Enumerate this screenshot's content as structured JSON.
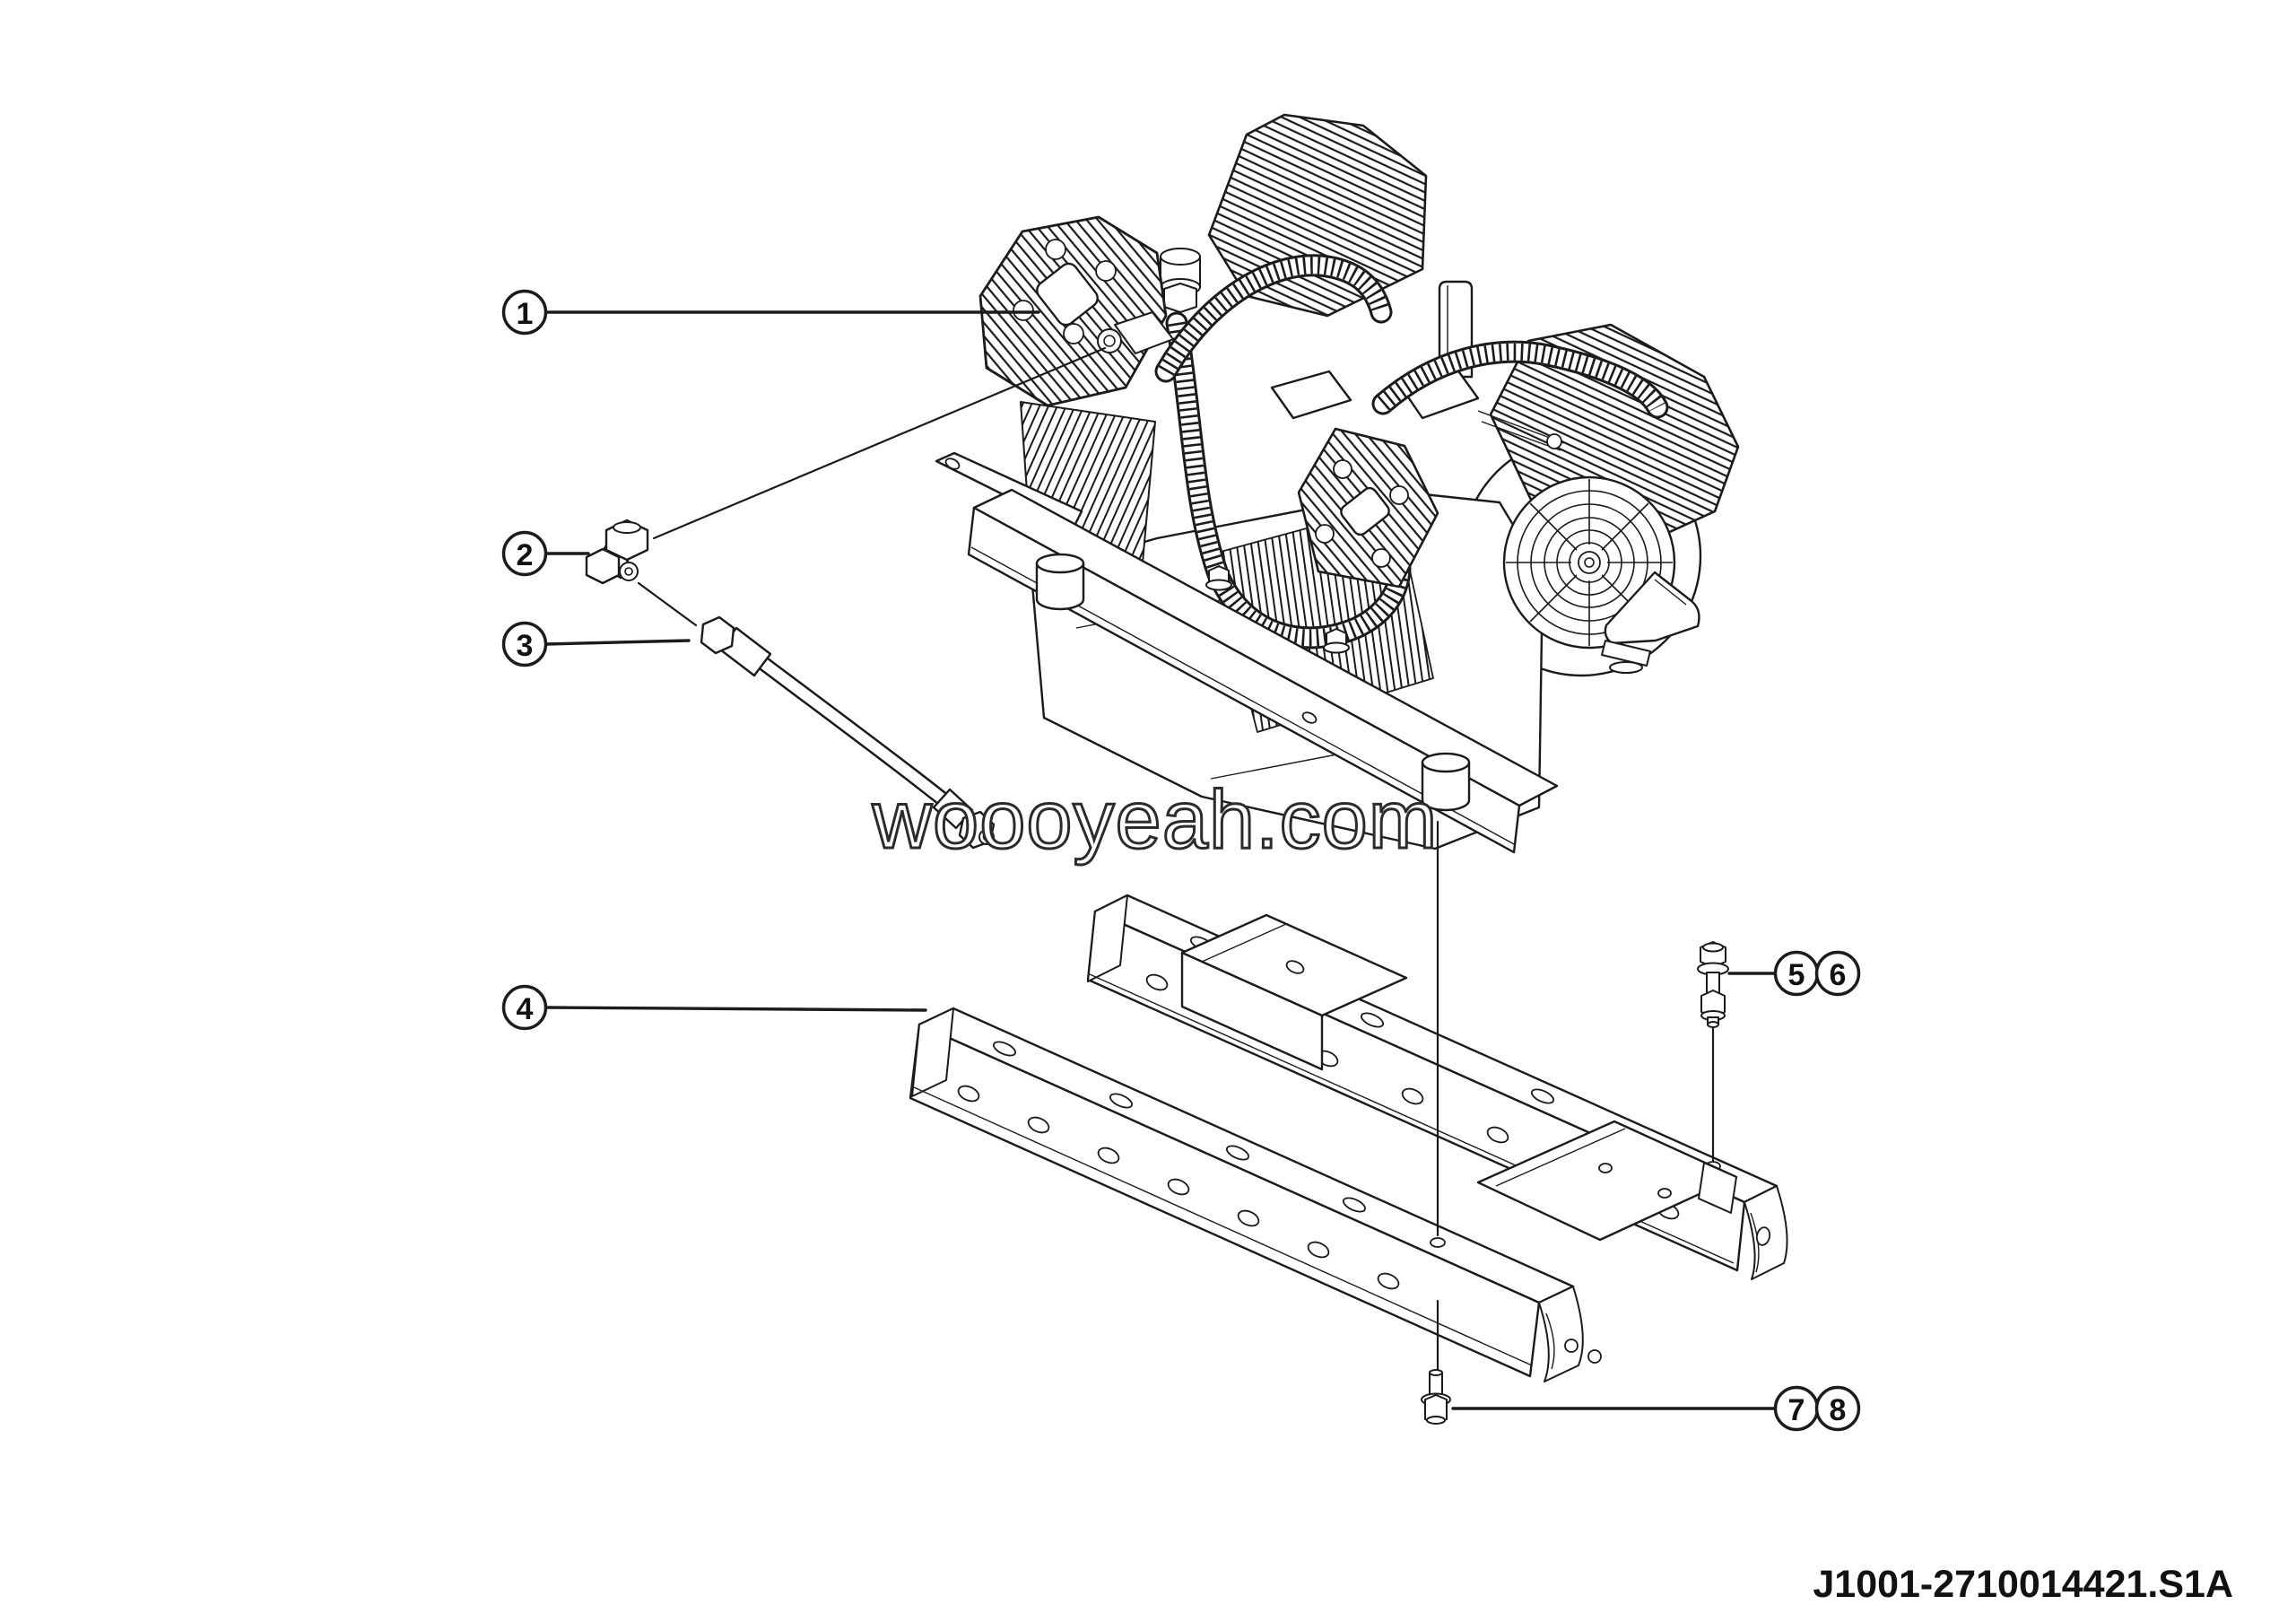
{
  "colors": {
    "line": "#1b1b1b",
    "background": "#ffffff"
  },
  "watermark": {
    "text": "woooyeah.com"
  },
  "footer": {
    "drawing_number": "J1001-2710014421.S1A"
  },
  "callouts": [
    {
      "number": "1"
    },
    {
      "number": "2"
    },
    {
      "number": "3"
    },
    {
      "number": "4"
    },
    {
      "number": "5"
    },
    {
      "number": "6"
    },
    {
      "number": "7"
    },
    {
      "number": "8"
    }
  ]
}
